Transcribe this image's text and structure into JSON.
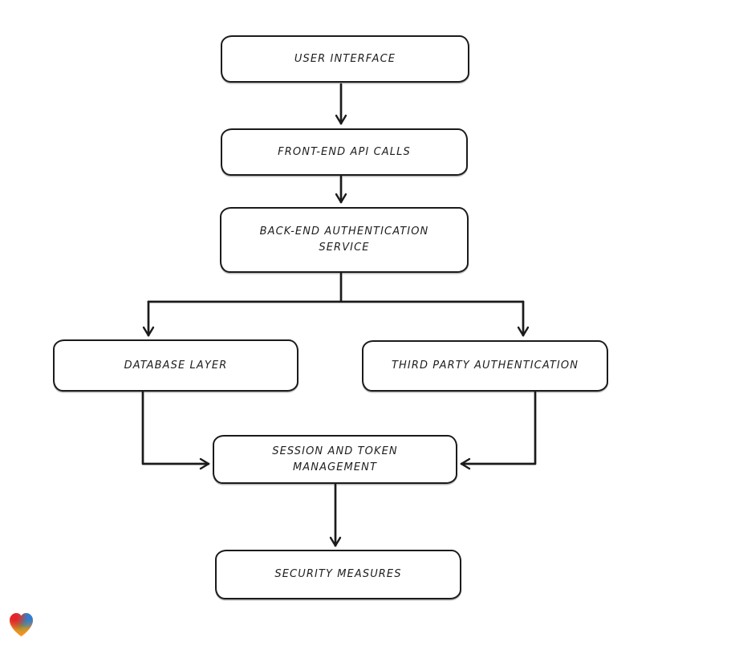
{
  "canvas": {
    "background": "#ffffff",
    "stroke_color": "#1b1b1b",
    "text_color": "#1e1e1e"
  },
  "nodes": [
    {
      "id": "user-interface",
      "label": "USER INTERFACE"
    },
    {
      "id": "front-end-api-calls",
      "label": "FRONT-END API CALLS"
    },
    {
      "id": "back-end-authentication-service",
      "label": "BACK-END AUTHENTICATION\nSERVICE"
    },
    {
      "id": "database-layer",
      "label": "DATABASE LAYER"
    },
    {
      "id": "third-party-authentication",
      "label": "THIRD PARTY AUTHENTICATION"
    },
    {
      "id": "session-and-token-management",
      "label": "SESSION AND TOKEN\nMANAGEMENT"
    },
    {
      "id": "security-measures",
      "label": "SECURITY MEASURES"
    }
  ],
  "edges": [
    {
      "from": "user-interface",
      "to": "front-end-api-calls"
    },
    {
      "from": "front-end-api-calls",
      "to": "back-end-authentication-service"
    },
    {
      "from": "back-end-authentication-service",
      "to": "database-layer"
    },
    {
      "from": "back-end-authentication-service",
      "to": "third-party-authentication"
    },
    {
      "from": "database-layer",
      "to": "session-and-token-management"
    },
    {
      "from": "third-party-authentication",
      "to": "session-and-token-management"
    },
    {
      "from": "session-and-token-management",
      "to": "security-measures"
    }
  ],
  "logo": {
    "name": "gradient-heart-logo",
    "colors": [
      "#e3242b",
      "#2d7ed2",
      "#58a746",
      "#f6921e"
    ]
  }
}
